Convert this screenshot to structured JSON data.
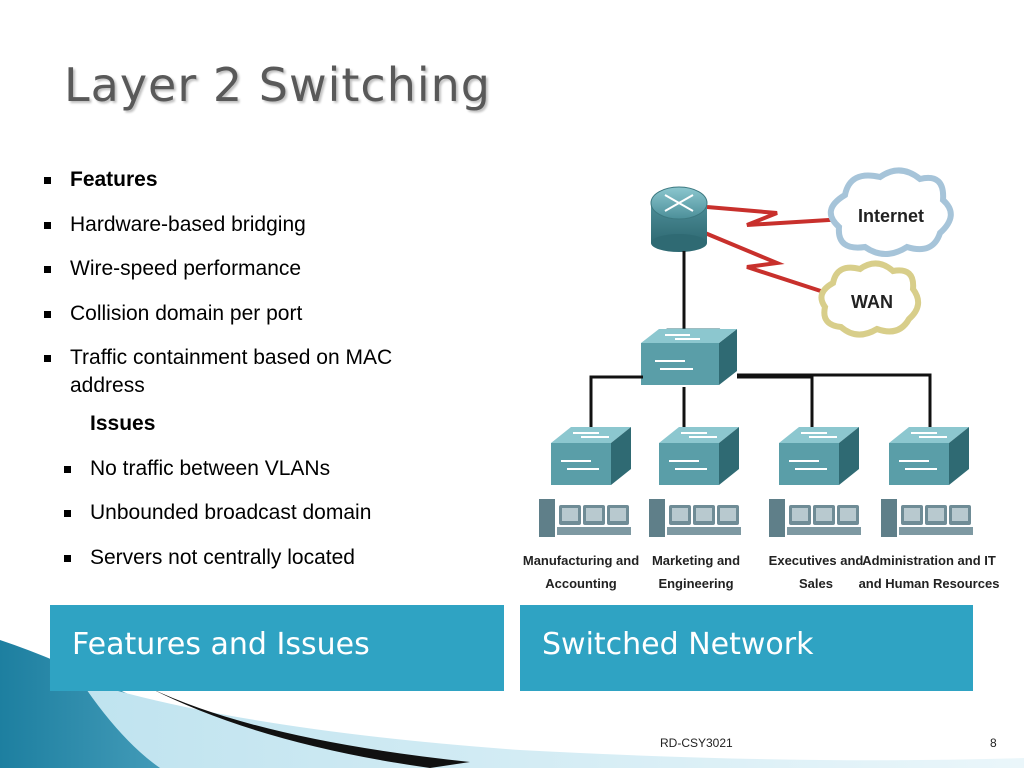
{
  "slide": {
    "title": "Layer 2 Switching",
    "footer_text": "RD-CSY3021",
    "page_number": "8"
  },
  "bullets": [
    {
      "text": "Features",
      "bold": true,
      "level": 1
    },
    {
      "text": "Hardware-based bridging",
      "bold": false,
      "level": 1
    },
    {
      "text": "Wire-speed performance",
      "bold": false,
      "level": 1
    },
    {
      "text": "Collision domain per port",
      "bold": false,
      "level": 1
    },
    {
      "text": "Traffic containment based on MAC address",
      "bold": false,
      "level": 1
    },
    {
      "text": "Issues",
      "bold": true,
      "level": 2
    },
    {
      "text": "No traffic between VLANs",
      "bold": false,
      "level": 2
    },
    {
      "text": "Unbounded broadcast domain",
      "bold": false,
      "level": 2
    },
    {
      "text": "Servers not centrally located",
      "bold": false,
      "level": 2
    }
  ],
  "panels": {
    "left": "Features and Issues",
    "right": "Switched Network"
  },
  "diagram": {
    "cloud_internet": "Internet",
    "cloud_wan": "WAN",
    "groups": [
      {
        "line1": "Manufacturing and",
        "line2": "Accounting"
      },
      {
        "line1": "Marketing and",
        "line2": "Engineering"
      },
      {
        "line1": "Executives and",
        "line2": "Sales"
      },
      {
        "line1": "Administration and IT",
        "line2": "and Human Resources"
      }
    ]
  },
  "colors": {
    "accent": "#2fa3c3",
    "device": "#5a9ea8",
    "serial_link": "#c8302c"
  }
}
